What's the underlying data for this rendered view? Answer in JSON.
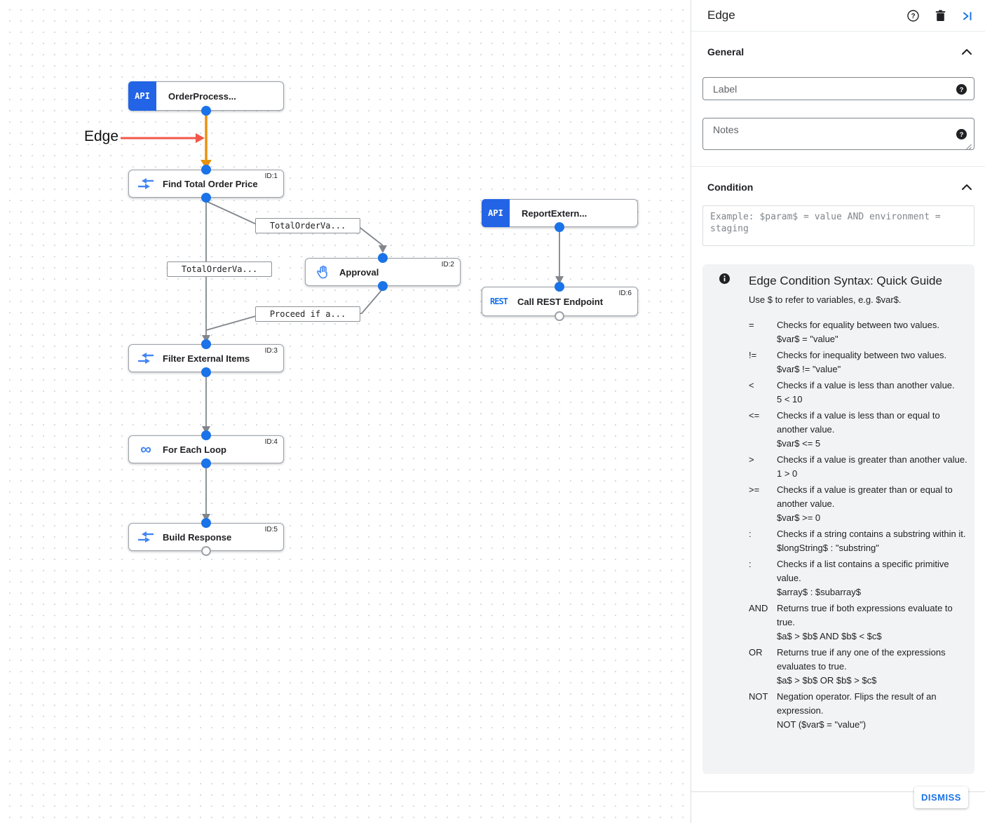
{
  "canvas": {
    "annotation_label": "Edge",
    "icon_glyphs": {
      "api": "API",
      "rest": "REST",
      "loop": "∞"
    },
    "nodes": [
      {
        "title": "OrderProcess...",
        "badge": ""
      },
      {
        "title": "Find Total Order Price",
        "badge": "ID:1"
      },
      {
        "title": "Approval",
        "badge": "ID:2"
      },
      {
        "title": "ReportExtern...",
        "badge": ""
      },
      {
        "title": "Call REST Endpoint",
        "badge": "ID:6"
      },
      {
        "title": "Filter External Items",
        "badge": "ID:3"
      },
      {
        "title": "For Each Loop",
        "badge": "ID:4"
      },
      {
        "title": "Build Response",
        "badge": "ID:5"
      }
    ],
    "edge_labels": [
      "TotalOrderVa...",
      "TotalOrderVa...",
      "Proceed if a..."
    ]
  },
  "panel": {
    "title": "Edge",
    "general": {
      "heading": "General",
      "label_placeholder": "Label",
      "notes_placeholder": "Notes"
    },
    "condition": {
      "heading": "Condition",
      "placeholder": "Example: $param$ = value AND environment = staging"
    },
    "guide": {
      "title": "Edge Condition Syntax: Quick Guide",
      "intro": "Use $ to refer to variables, e.g. $var$.",
      "rows": [
        {
          "op": "=",
          "desc": "Checks for equality between two values.",
          "example": "$var$ = \"value\""
        },
        {
          "op": "!=",
          "desc": "Checks for inequality between two values.",
          "example": "$var$ != \"value\""
        },
        {
          "op": "<",
          "desc": "Checks if a value is less than another value.",
          "example": "5 < 10"
        },
        {
          "op": "<=",
          "desc": "Checks if a value is less than or equal to another value.",
          "example": "$var$ <= 5"
        },
        {
          "op": ">",
          "desc": "Checks if a value is greater than another value.",
          "example": "1 > 0"
        },
        {
          "op": ">=",
          "desc": "Checks if a value is greater than or equal to another value.",
          "example": "$var$ >= 0"
        },
        {
          "op": ":",
          "desc": "Checks if a string contains a substring within it.",
          "example": "$longString$ : \"substring\""
        },
        {
          "op": ":",
          "desc": "Checks if a list contains a specific primitive value.",
          "example": "$array$ : $subarray$"
        },
        {
          "op": "AND",
          "desc": "Returns true if both expressions evaluate to true.",
          "example": "$a$ > $b$ AND $b$ < $c$"
        },
        {
          "op": "OR",
          "desc": "Returns true if any one of the expressions evaluates to true.",
          "example": "$a$ > $b$ OR $b$ > $c$"
        },
        {
          "op": "NOT",
          "desc": "Negation operator. Flips the result of an expression.",
          "example": "NOT ($var$ = \"value\")"
        }
      ]
    },
    "dismiss_label": "DISMISS"
  },
  "colors": {
    "accent_blue": "#1a73e8",
    "api_chip_blue": "#2264e5",
    "selected_edge_orange": "#e8920e",
    "annotation_red": "#f25749",
    "edge_gray": "#80868b",
    "guide_background": "#f1f3f4"
  }
}
